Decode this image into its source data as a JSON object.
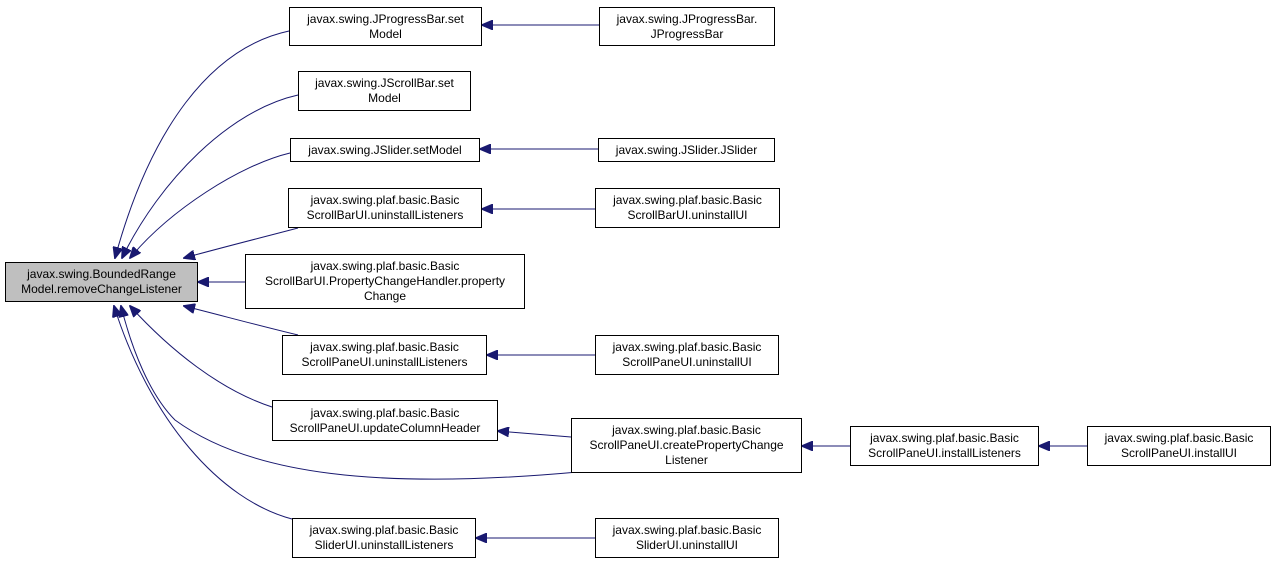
{
  "colors": {
    "edge": "#191970",
    "root_fill": "#bfbfbf",
    "node_fill": "#ffffff",
    "border": "#000000"
  },
  "nodes": {
    "root": [
      "javax.swing.BoundedRange",
      "Model.removeChangeListener"
    ],
    "jprogressbar_setmodel": [
      "javax.swing.JProgressBar.set",
      "Model"
    ],
    "jprogressbar_ctor": [
      "javax.swing.JProgressBar.",
      "JProgressBar"
    ],
    "jscrollbar_setmodel": [
      "javax.swing.JScrollBar.set",
      "Model"
    ],
    "jslider_setmodel": [
      "javax.swing.JSlider.setModel"
    ],
    "jslider_ctor": [
      "javax.swing.JSlider.JSlider"
    ],
    "scrollbarui_uninstalllisteners": [
      "javax.swing.plaf.basic.Basic",
      "ScrollBarUI.uninstallListeners"
    ],
    "scrollbarui_uninstallui": [
      "javax.swing.plaf.basic.Basic",
      "ScrollBarUI.uninstallUI"
    ],
    "scrollbarui_pch": [
      "javax.swing.plaf.basic.Basic",
      "ScrollBarUI.PropertyChangeHandler.property",
      "Change"
    ],
    "scrollpaneui_uninstalllisteners": [
      "javax.swing.plaf.basic.Basic",
      "ScrollPaneUI.uninstallListeners"
    ],
    "scrollpaneui_uninstallui": [
      "javax.swing.plaf.basic.Basic",
      "ScrollPaneUI.uninstallUI"
    ],
    "scrollpaneui_updatecolumnheader": [
      "javax.swing.plaf.basic.Basic",
      "ScrollPaneUI.updateColumnHeader"
    ],
    "scrollpaneui_createpcl": [
      "javax.swing.plaf.basic.Basic",
      "ScrollPaneUI.createPropertyChange",
      "Listener"
    ],
    "scrollpaneui_installlisteners": [
      "javax.swing.plaf.basic.Basic",
      "ScrollPaneUI.installListeners"
    ],
    "scrollpaneui_installui": [
      "javax.swing.plaf.basic.Basic",
      "ScrollPaneUI.installUI"
    ],
    "sliderui_uninstalllisteners": [
      "javax.swing.plaf.basic.Basic",
      "SliderUI.uninstallListeners"
    ],
    "sliderui_uninstallui": [
      "javax.swing.plaf.basic.Basic",
      "SliderUI.uninstallUI"
    ]
  },
  "edges": [
    {
      "from": "jprogressbar_setmodel",
      "to": "root"
    },
    {
      "from": "jscrollbar_setmodel",
      "to": "root"
    },
    {
      "from": "jslider_setmodel",
      "to": "root"
    },
    {
      "from": "scrollbarui_uninstalllisteners",
      "to": "root"
    },
    {
      "from": "scrollbarui_pch",
      "to": "root"
    },
    {
      "from": "scrollpaneui_uninstalllisteners",
      "to": "root"
    },
    {
      "from": "scrollpaneui_updatecolumnheader",
      "to": "root"
    },
    {
      "from": "scrollpaneui_createpcl",
      "to": "root"
    },
    {
      "from": "sliderui_uninstalllisteners",
      "to": "root"
    },
    {
      "from": "jprogressbar_ctor",
      "to": "jprogressbar_setmodel"
    },
    {
      "from": "jslider_ctor",
      "to": "jslider_setmodel"
    },
    {
      "from": "scrollbarui_uninstallui",
      "to": "scrollbarui_uninstalllisteners"
    },
    {
      "from": "scrollpaneui_uninstallui",
      "to": "scrollpaneui_uninstalllisteners"
    },
    {
      "from": "scrollpaneui_createpcl",
      "to": "scrollpaneui_updatecolumnheader"
    },
    {
      "from": "scrollpaneui_installlisteners",
      "to": "scrollpaneui_createpcl"
    },
    {
      "from": "scrollpaneui_installui",
      "to": "scrollpaneui_installlisteners"
    },
    {
      "from": "sliderui_uninstallui",
      "to": "sliderui_uninstalllisteners"
    }
  ]
}
